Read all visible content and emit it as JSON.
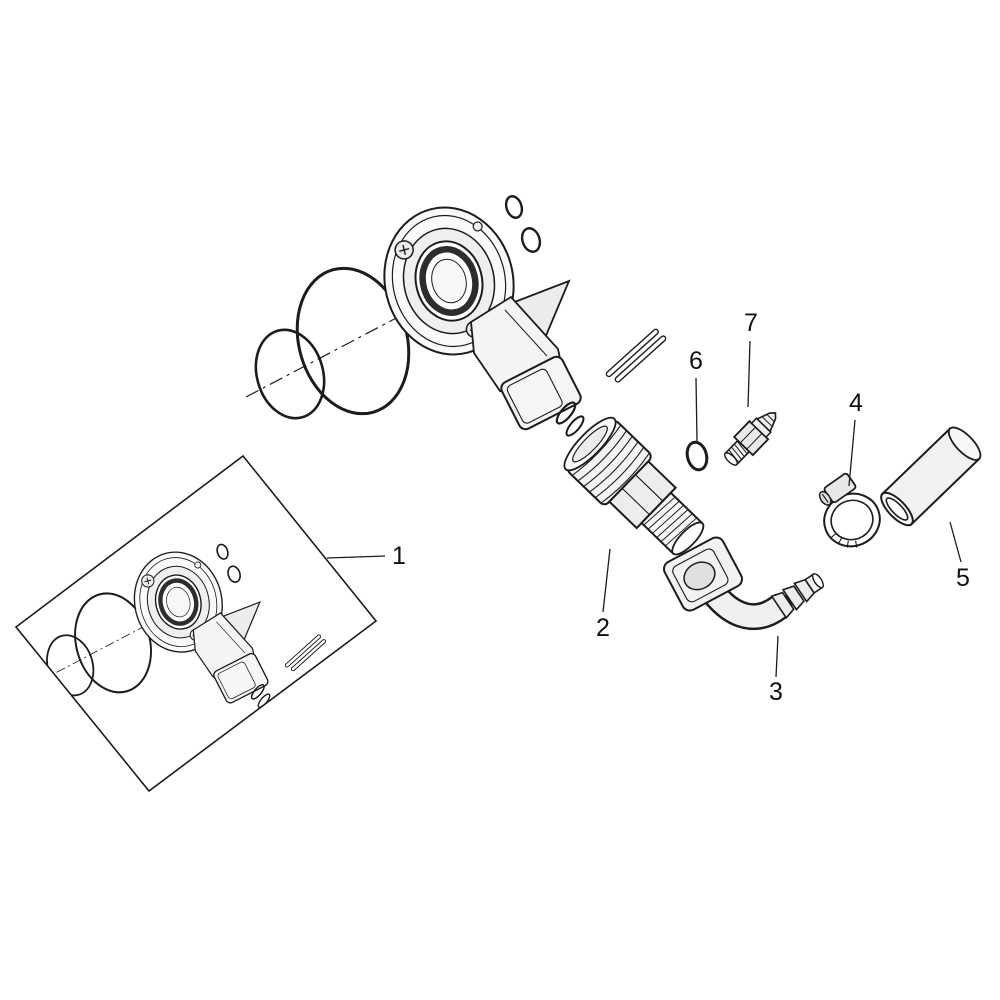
{
  "diagram": {
    "type": "exploded-parts-diagram",
    "background_color": "#ffffff",
    "line_color": "#1c1c1c",
    "label_color": "#111111",
    "callouts": [
      {
        "label": "1",
        "part": "valve-assembly-service-kit"
      },
      {
        "label": "2",
        "part": "quick-coupling"
      },
      {
        "label": "3",
        "part": "elbow-hose-nipple"
      },
      {
        "label": "4",
        "part": "hose-clamp"
      },
      {
        "label": "5",
        "part": "hose-piece"
      },
      {
        "label": "6",
        "part": "o-ring"
      },
      {
        "label": "7",
        "part": "hose-nipple"
      }
    ]
  }
}
